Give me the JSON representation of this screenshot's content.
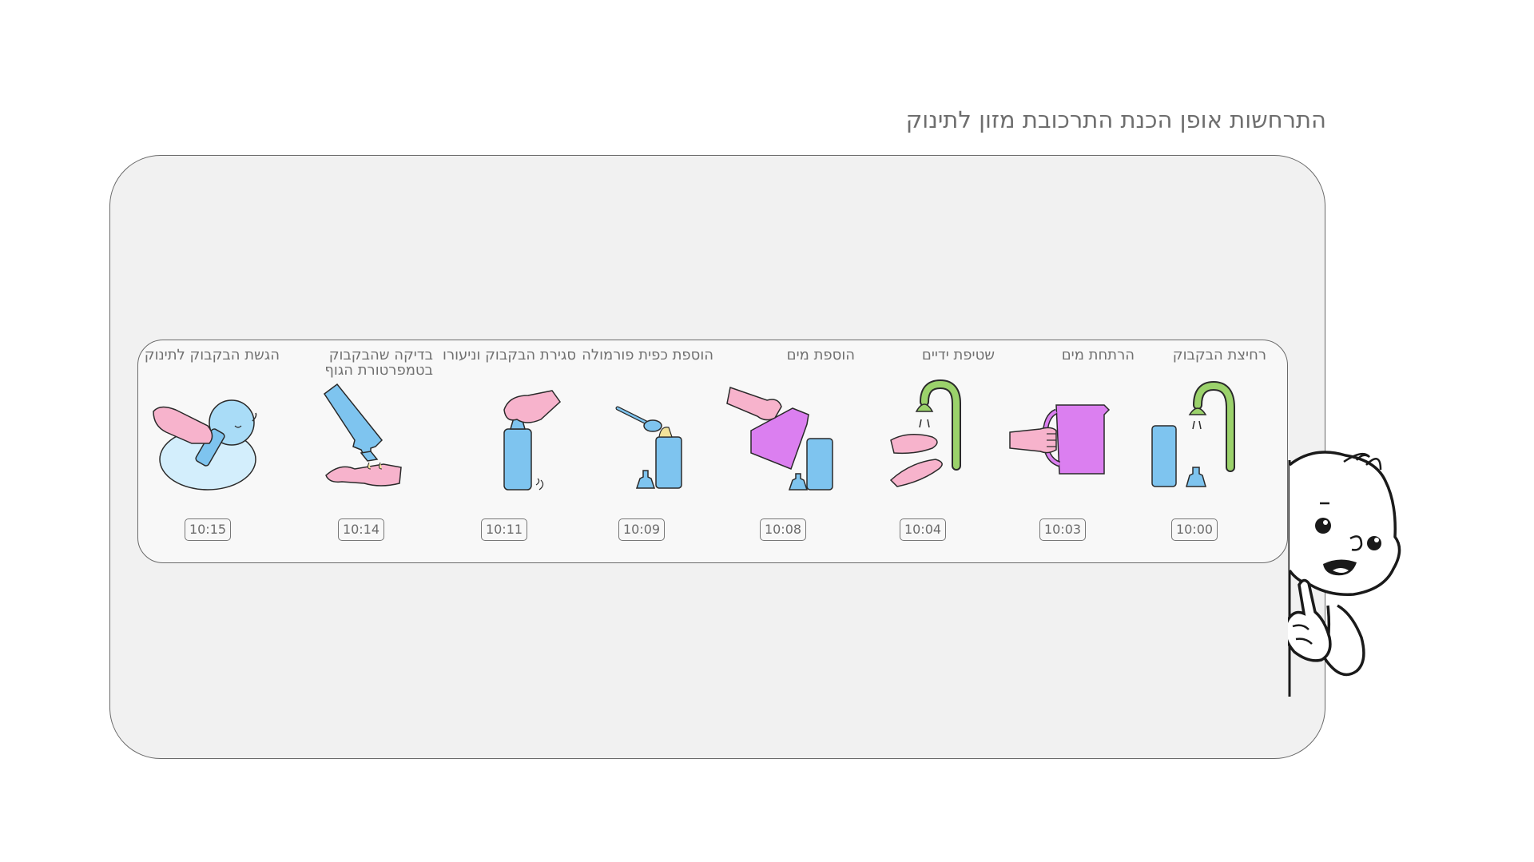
{
  "title": "התרחשות אופן הכנת התרכובת מזון לתינוק",
  "colors": {
    "bottle": "#7ec4ef",
    "hand": "#f7b3cc",
    "faucet": "#9bd26b",
    "pitcher": "#db7ff0",
    "outline": "#2a2a2a"
  },
  "steps": [
    {
      "label": "רחיצת הבקבוק",
      "time": "10:00",
      "icon": "faucet-washing-bottle-icon"
    },
    {
      "label": "הרתחת מים",
      "time": "10:03",
      "icon": "kettle-boiling-icon"
    },
    {
      "label": "שטיפת ידיים",
      "time": "10:04",
      "icon": "hand-washing-icon"
    },
    {
      "label": "הוספת מים",
      "time": "10:08",
      "icon": "pouring-water-icon"
    },
    {
      "label": "הוספת כפית פורמולה",
      "time": "10:09",
      "icon": "formula-spoon-icon"
    },
    {
      "label": "סגירת הבקבוק וניעורו",
      "time": "10:11",
      "icon": "shaking-bottle-icon"
    },
    {
      "label": "בדיקה שהבקבוק בטמפרטורת הגוף",
      "time": "10:14",
      "icon": "temperature-check-icon"
    },
    {
      "label": "הגשת הבקבוק לתינוק",
      "time": "10:15",
      "icon": "feeding-baby-icon"
    }
  ]
}
